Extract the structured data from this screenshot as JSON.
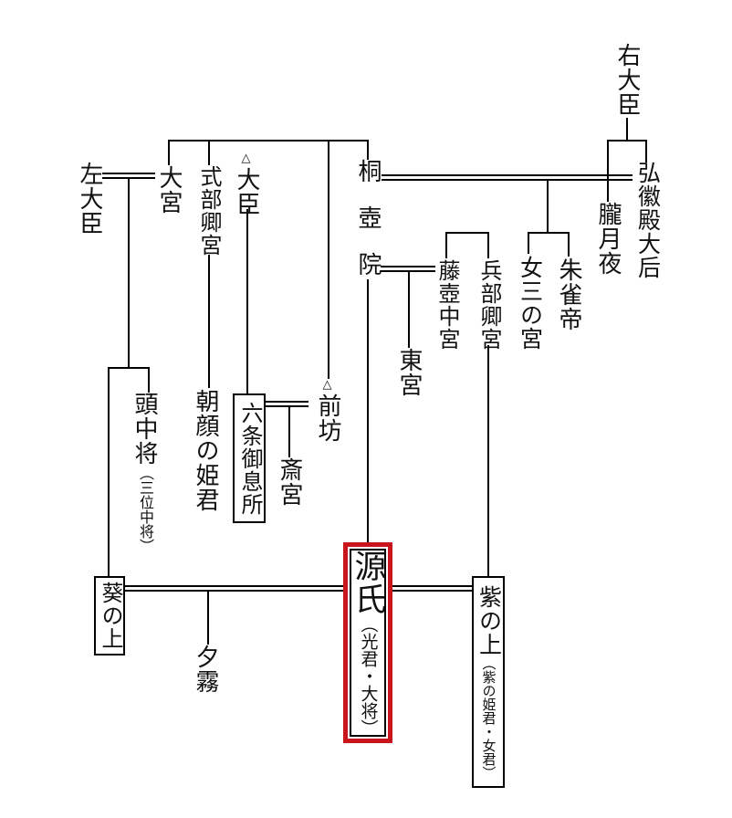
{
  "diagram": {
    "type": "genealogy-chart",
    "background_color": "#ffffff",
    "line_color": "#000000",
    "text_color": "#111111",
    "highlight_color": "#c9161d",
    "highlighted_person": "源氏"
  },
  "people": {
    "udaijin": {
      "label": "右大臣"
    },
    "kokiden_taigo": {
      "label": "弘徽殿大后"
    },
    "oborozukiyo": {
      "label": "朧月夜"
    },
    "suzakutei": {
      "label": "朱雀帝"
    },
    "onna_san_no_miya": {
      "label": "女三の宮"
    },
    "kiritsubo_in": {
      "label": "桐壺院"
    },
    "fujitsubo_chugu": {
      "label": "藤壺中宮"
    },
    "togu": {
      "label": "東宮"
    },
    "hyobukyo_no_miya": {
      "label": "兵部卿宮"
    },
    "sadaijin": {
      "label": "左大臣"
    },
    "omiya": {
      "label": "大宮"
    },
    "shikibukyo_no_miya": {
      "label": "式部卿宮"
    },
    "daijin": {
      "marker": "△",
      "label": "大臣"
    },
    "zenbo": {
      "marker": "△",
      "label": "前坊"
    },
    "rokujo_miyasudokoro": {
      "label": "六条御息所"
    },
    "saigu": {
      "label": "斎宮"
    },
    "to_no_chujo": {
      "label": "頭中将",
      "sub": "（三位中将）"
    },
    "asagao_no_himegimi": {
      "label": "朝顔の姫君"
    },
    "aoi_no_ue": {
      "label": "葵の上"
    },
    "yugiri": {
      "label": "夕霧"
    },
    "genji": {
      "label": "源氏",
      "sub": "（光君・大将）"
    },
    "murasaki_no_ue": {
      "label": "紫の上",
      "sub": "（紫の姫君・女君）"
    }
  }
}
